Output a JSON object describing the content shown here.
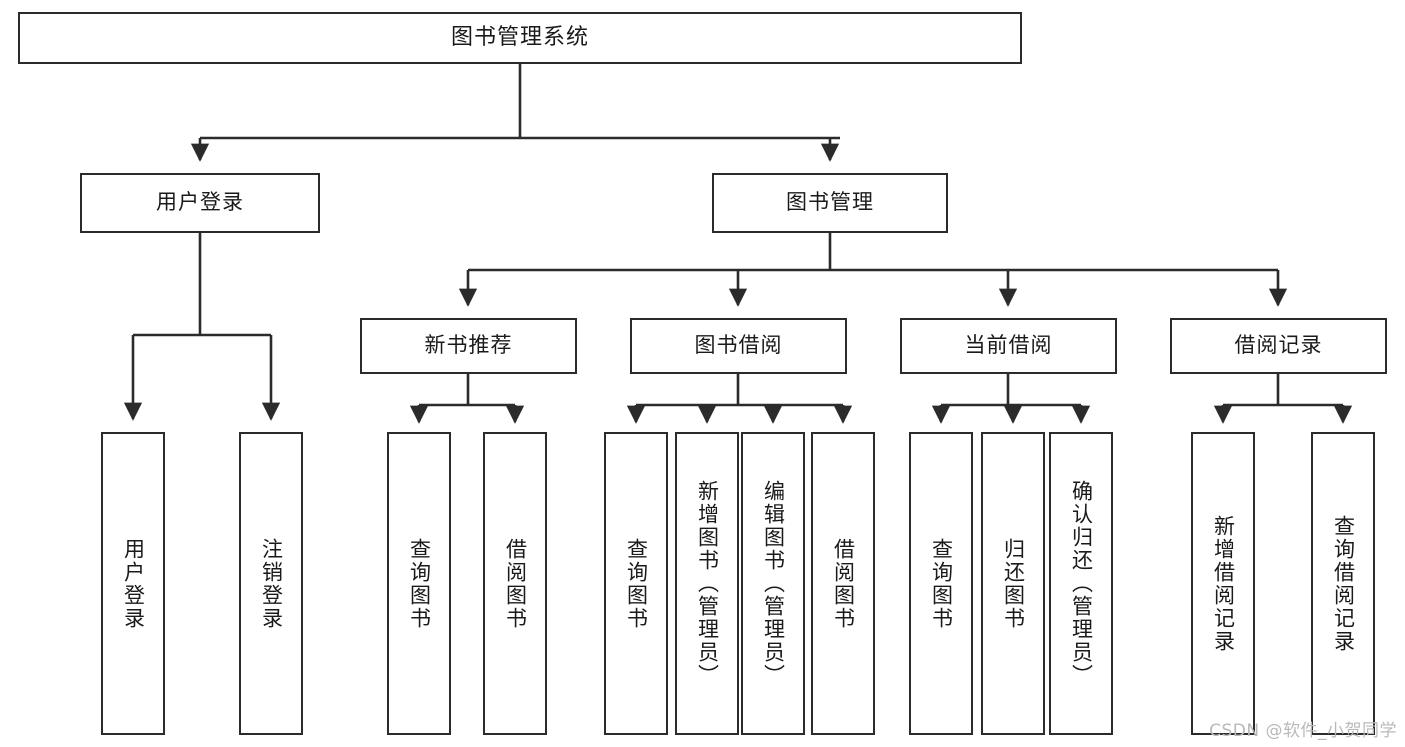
{
  "diagram": {
    "type": "tree-hierarchy-chart",
    "title": "图书管理系统",
    "root": {
      "id": "root",
      "label": "图书管理系统"
    },
    "level1": [
      {
        "id": "user-login",
        "label": "用户登录"
      },
      {
        "id": "book-management",
        "label": "图书管理"
      }
    ],
    "level2": [
      {
        "id": "new-book-recommend",
        "label": "新书推荐",
        "parent": "book-management"
      },
      {
        "id": "book-borrow",
        "label": "图书借阅",
        "parent": "book-management"
      },
      {
        "id": "current-borrow",
        "label": "当前借阅",
        "parent": "book-management"
      },
      {
        "id": "borrow-record",
        "label": "借阅记录",
        "parent": "book-management"
      }
    ],
    "leaves": {
      "user_login": [
        {
          "id": "leaf-user-login",
          "label": "用户登录"
        },
        {
          "id": "leaf-logout",
          "label": "注销登录"
        }
      ],
      "new_book_recommend": [
        {
          "id": "leaf-query-book-1",
          "label": "查询图书"
        },
        {
          "id": "leaf-borrow-book-1",
          "label": "借阅图书"
        }
      ],
      "book_borrow": [
        {
          "id": "leaf-query-book-2",
          "label": "查询图书"
        },
        {
          "id": "leaf-add-book",
          "label": "新增图书（管理员）"
        },
        {
          "id": "leaf-edit-book",
          "label": "编辑图书（管理员）"
        },
        {
          "id": "leaf-borrow-book-2",
          "label": "借阅图书"
        }
      ],
      "current_borrow": [
        {
          "id": "leaf-query-book-3",
          "label": "查询图书"
        },
        {
          "id": "leaf-return-book",
          "label": "归还图书"
        },
        {
          "id": "leaf-confirm-return",
          "label": "确认归还（管理员）"
        }
      ],
      "borrow_record": [
        {
          "id": "leaf-add-record",
          "label": "新增借阅记录"
        },
        {
          "id": "leaf-query-record",
          "label": "查询借阅记录"
        }
      ]
    },
    "colors": {
      "stroke": "#2b2b2b",
      "fill": "#ffffff",
      "text": "#1a1a1a",
      "watermark": "#b9b9b9"
    }
  },
  "watermark": {
    "text": "CSDN @软件_小贺同学"
  }
}
